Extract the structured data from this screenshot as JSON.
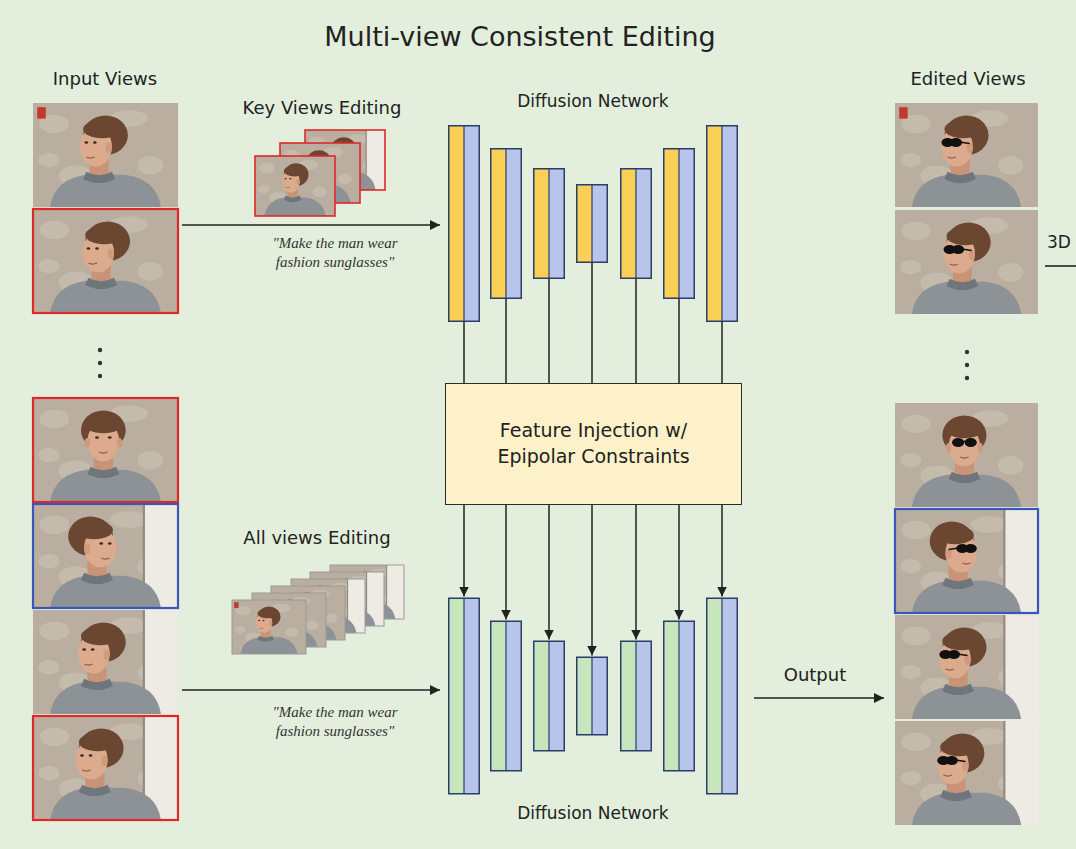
{
  "diagram": {
    "title": "Multi-view Consistent Editing",
    "nodes": [
      {
        "text": [
          "Diffusion Network"
        ]
      },
      {
        "text": [
          "Feature Injection w/ Epipolar Constraints"
        ]
      },
      {
        "text": [
          "Diffusion Network"
        ]
      }
    ],
    "edges": [
      {
        "from": 0,
        "to": 1,
        "arrow": "none"
      },
      {
        "from": 1,
        "to": 2,
        "arrow": "to"
      }
    ],
    "labels": [
      "Input Views",
      "Key Views Editing",
      "Edited Views",
      "\"Make the man wear fashion sunglasses\"",
      "3D",
      "All views Editing",
      "Output",
      "\"Make the man wear fashion sunglasses\""
    ]
  }
}
